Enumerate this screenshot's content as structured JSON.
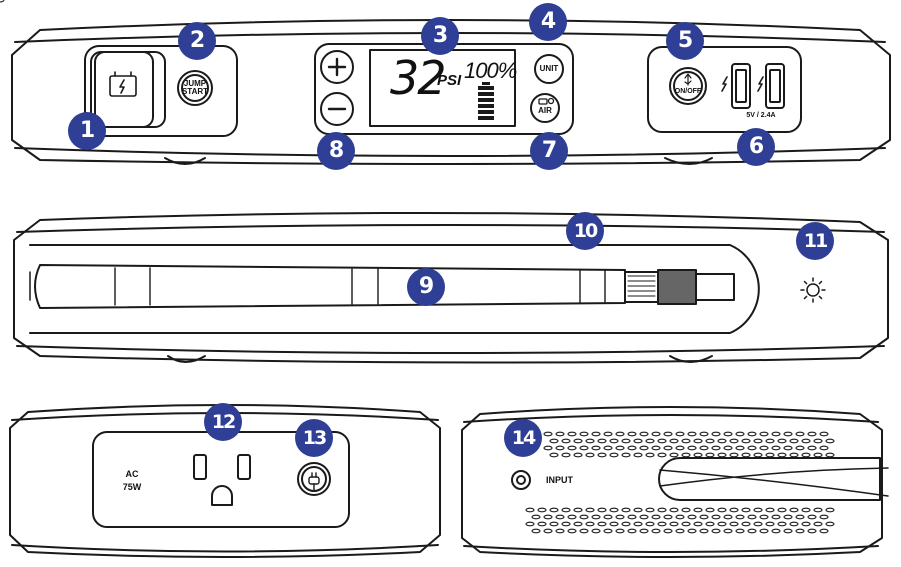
{
  "callouts": [
    "1",
    "2",
    "3",
    "4",
    "5",
    "6",
    "7",
    "8",
    "9",
    "10",
    "11",
    "12",
    "13",
    "14"
  ],
  "front_panel": {
    "jump_start_button": [
      "JUMP",
      "START"
    ],
    "display": {
      "pressure": "32",
      "pressure_unit": "PSI",
      "battery_percent": "100%"
    },
    "unit_button": "UNIT",
    "air_button": "AIR",
    "power_button": "ON/OFF",
    "usb_rating": "5V / 2.4A"
  },
  "ac_side": {
    "label_line1": "AC",
    "label_line2": "75W"
  },
  "input_side": {
    "input_label": "INPUT"
  },
  "icons": [
    "battery-icon",
    "plus-icon",
    "minus-icon",
    "usb-icon",
    "lightning-icon",
    "air-pump-icon",
    "light-icon",
    "ac-plug-icon",
    "dc-input-icon"
  ],
  "colors": {
    "callout": "#2f3f95",
    "outline": "#1a1a1a",
    "fill": "#ffffff",
    "knurl": "#666666"
  }
}
